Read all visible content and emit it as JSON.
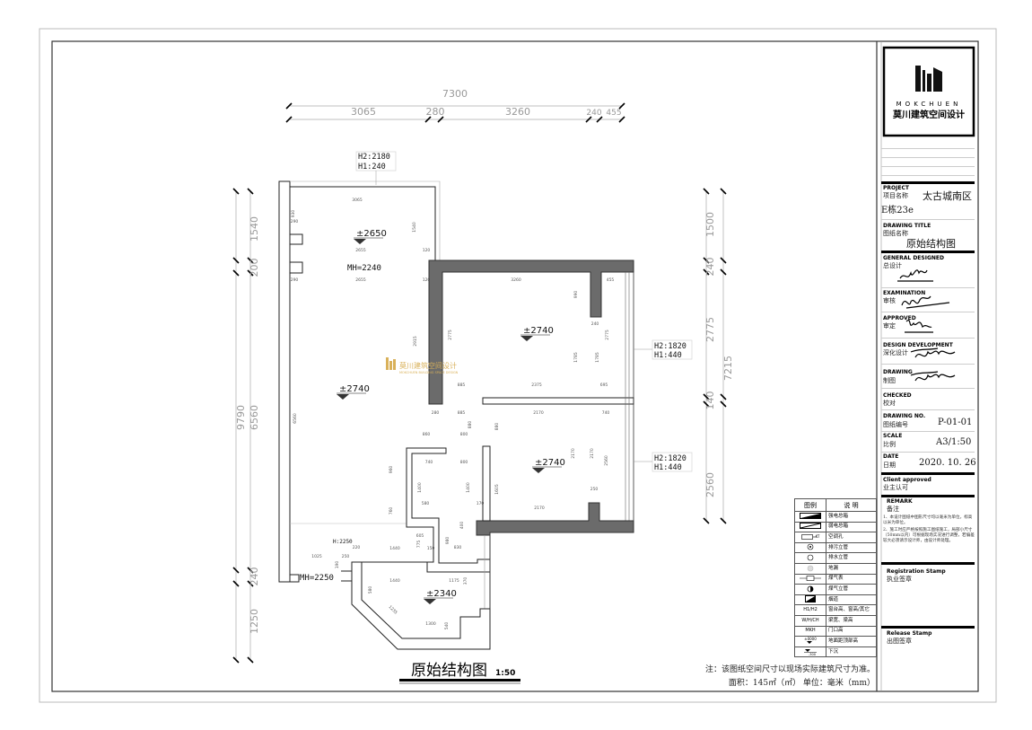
{
  "plan": {
    "top_dims": {
      "total": "7300",
      "segments": [
        "3065",
        "280",
        "3260",
        "240",
        "455"
      ]
    },
    "left_dims": {
      "total": "9790",
      "segments": [
        "1540",
        "200",
        "6560",
        "240",
        "1250"
      ]
    },
    "right_dims": {
      "total": "7215",
      "segments": [
        "1500",
        "240",
        "2775",
        "140",
        "2560"
      ]
    },
    "window_tags": [
      {
        "h2": "H2:2180",
        "h1": "H1:240"
      },
      {
        "h2": "H2:1820",
        "h1": "H1:440"
      },
      {
        "h2": "H2:1820",
        "h1": "H1:440"
      }
    ],
    "elevations": [
      "±2650",
      "±2740",
      "±2740",
      "±2740",
      "±2340"
    ],
    "door_heights": [
      "MH=2240",
      "MH=2250",
      "H:2250"
    ],
    "inner_dims": [
      "3065",
      "1540",
      "930",
      "290",
      "2655",
      "120",
      "2655",
      "290",
      "120",
      "3260",
      "455",
      "990",
      "240",
      "2775",
      "2775",
      "2915",
      "1785",
      "1785",
      "885",
      "2375",
      "695",
      "280",
      "885",
      "2170",
      "740",
      "6560",
      "880",
      "880",
      "860",
      "800",
      "740",
      "800",
      "960",
      "1400",
      "1400",
      "1605",
      "2170",
      "2170",
      "2560",
      "250",
      "580",
      "170",
      "2170",
      "760",
      "400",
      "605",
      "980",
      "775",
      "1440",
      "220",
      "150",
      "830",
      "1025",
      "250",
      "190",
      "1440",
      "1175",
      "370",
      "580",
      "1235",
      "1300",
      "540"
    ],
    "watermark": {
      "cn": "莫川建筑空间设计",
      "en": "MOKCHUEN BUILDING SPACE DESIGN"
    }
  },
  "drawing_title": {
    "text": "原始结构图",
    "scale": "1:50"
  },
  "notes": {
    "line1": "注：该图纸空间尺寸以现场实际建筑尺寸为准。",
    "line2": "面积：145㎡（㎡） 单位：毫米（mm）"
  },
  "legend": {
    "header": [
      "图例",
      "说  明"
    ],
    "rows": [
      {
        "icon": "strong-electric-box",
        "symbol": "",
        "label": "强电总箱"
      },
      {
        "icon": "weak-electric-box",
        "symbol": "",
        "label": "弱电总箱"
      },
      {
        "icon": "ac-hole",
        "symbol": "KT",
        "label": "空调孔"
      },
      {
        "icon": "sewage-pipe",
        "symbol": "",
        "label": "排污立管"
      },
      {
        "icon": "drain-pipe",
        "symbol": "",
        "label": "排水立管"
      },
      {
        "icon": "floor-drain",
        "symbol": "",
        "label": "地漏"
      },
      {
        "icon": "gas-meter",
        "symbol": "",
        "label": "煤气表"
      },
      {
        "icon": "gas-pipe",
        "symbol": "",
        "label": "煤气立管"
      },
      {
        "icon": "flue",
        "symbol": "",
        "label": "烟道"
      },
      {
        "icon": "text",
        "symbol": "H1/H2",
        "label": "窗台高、窗高/其它"
      },
      {
        "icon": "text",
        "symbol": "W/H/CH",
        "label": "梁宽、梁高"
      },
      {
        "icon": "text",
        "symbol": "MKH",
        "label": "门口高"
      },
      {
        "icon": "elevation-mark",
        "symbol": "±0000",
        "label": "地面距顶部高"
      },
      {
        "icon": "sunken-mark",
        "symbol": "-300",
        "label": "下沉"
      }
    ]
  },
  "title_block": {
    "logo": {
      "en": "MOKCHUEN",
      "cn": "莫川建筑空间设计"
    },
    "project": {
      "en": "PROJECT",
      "cn": "项目名称",
      "value": "太古城南区",
      "value2": "E栋23e"
    },
    "drawing_title": {
      "en": "DRAWING TITLE",
      "cn": "图纸名称",
      "value": "原始结构图"
    },
    "general_designed": {
      "en": "GENERAL  DESIGNED",
      "cn": "总设计"
    },
    "examination": {
      "en": "EXAMINATION",
      "cn": "审核"
    },
    "approved": {
      "en": "APPROVED",
      "cn": "审定"
    },
    "design_development": {
      "en": "DESIGN DEVELOPMENT",
      "cn": "深化设计"
    },
    "drawing": {
      "en": "DRAWING",
      "cn": "制图"
    },
    "checked": {
      "en": "CHECKED",
      "cn": "校对"
    },
    "drawing_no": {
      "en": "DRAWING NO.",
      "cn": "图纸编号",
      "value": "P-01-01"
    },
    "scale": {
      "en": "SCALE",
      "cn": "比例",
      "value": "A3/1:50"
    },
    "date": {
      "en": "DATE",
      "cn": "日期",
      "value": "2020. 10. 26"
    },
    "client_approved": {
      "en": "Client approved",
      "cn": "业主认可"
    },
    "remark": {
      "en": "REMARK",
      "cn": "备注",
      "items": [
        "1、本设计图纸中图形尺寸均以毫米为单位，标高以米为单位。",
        "2、施工时应严格按照施工图纸施工，局部小尺寸（50mm以内）可根据现场实况进行调整，若偏差较大必须请示设计师，由设计师处理。"
      ]
    },
    "registration_stamp": {
      "en": "Registration Stamp",
      "cn": "执业签章"
    },
    "release_stamp": {
      "en": "Release Stamp",
      "cn": "出图签章"
    }
  },
  "colors": {
    "wall_dark": "#6b6b6b",
    "dim_gray": "#9a9a9a",
    "watermark_gold": "#d9b15a"
  }
}
